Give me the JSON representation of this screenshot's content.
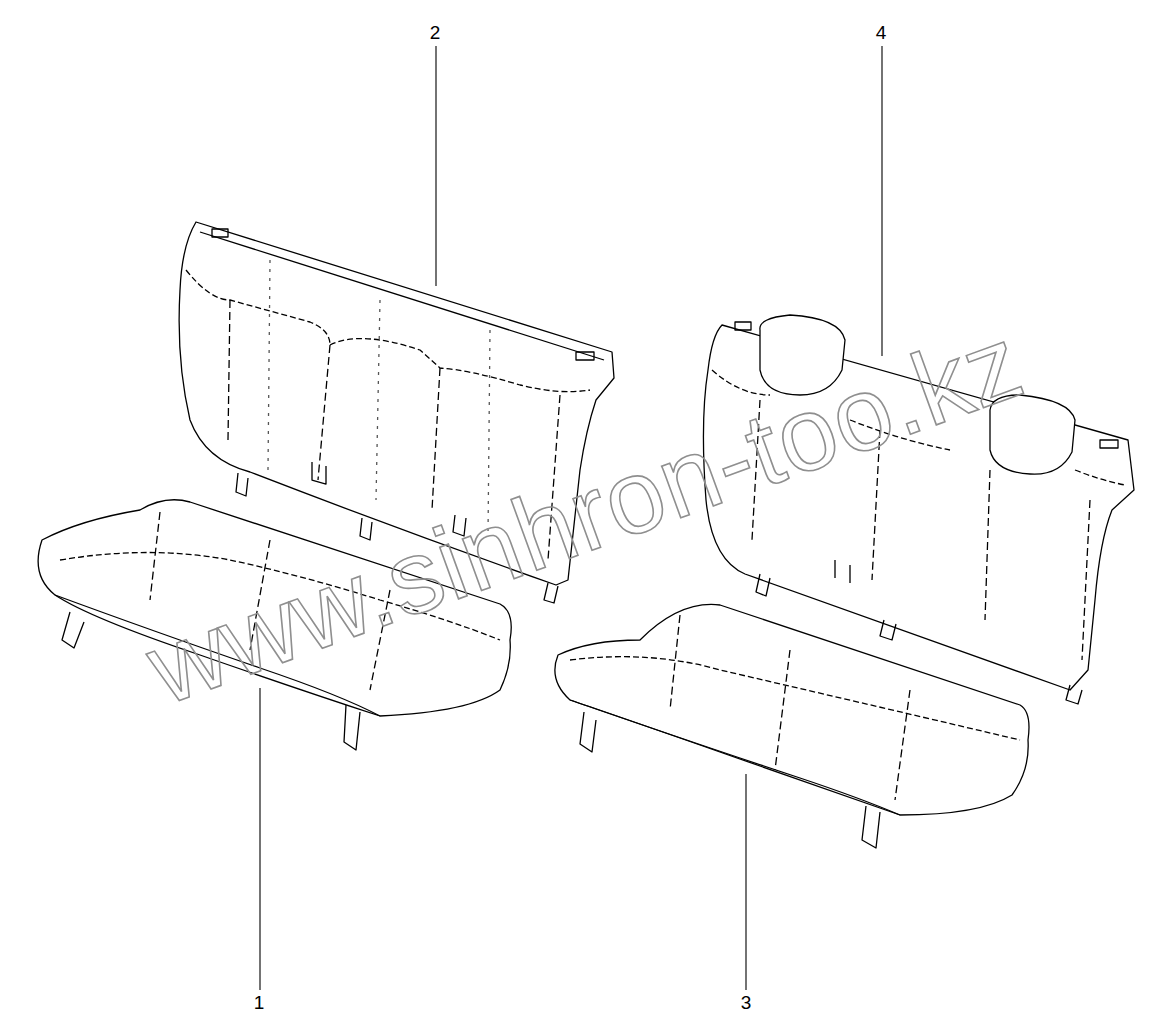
{
  "diagram": {
    "labels": [
      "2",
      "4",
      "1",
      "3",
      "www.sinhron-too.kz"
    ]
  }
}
